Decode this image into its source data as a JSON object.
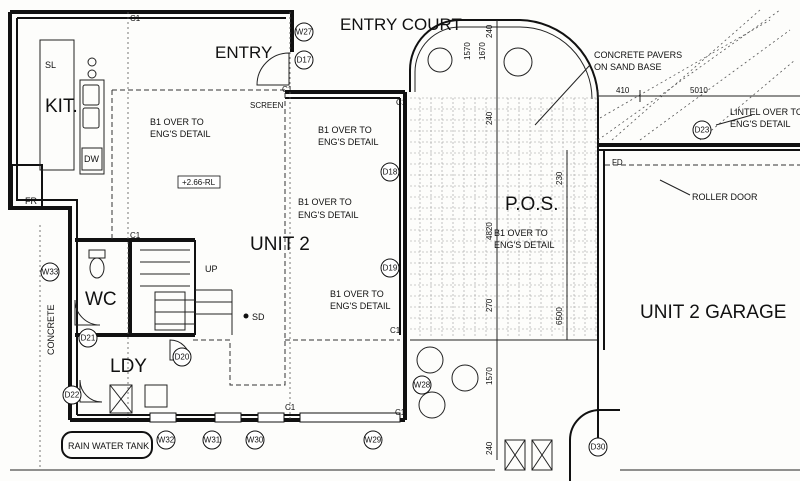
{
  "rooms": {
    "entry_court": "ENTRY COURT",
    "entry": "ENTRY",
    "kit": "KIT.",
    "unit2": "UNIT 2",
    "pos": "P.O.S.",
    "garage": "UNIT 2 GARAGE",
    "wc": "WC",
    "ldy": "LDY",
    "concrete": "CONCRETE",
    "rain_water_tank": "RAIN WATER TANK"
  },
  "labels": {
    "sl": "SL",
    "dw": "DW",
    "fr": "FR",
    "screen": "SCREEN",
    "rl": "+2.66-RL",
    "up": "UP",
    "sd": "SD",
    "fd": "FD",
    "b1_line1": "B1 OVER TO",
    "b1_line2": "ENG'S DETAIL",
    "pavers_line1": "CONCRETE PAVERS",
    "pavers_line2": "ON SAND BASE",
    "lintel_line1": "LINTEL OVER TO",
    "lintel_line2": "ENG'S DETAIL",
    "roller_door": "ROLLER DOOR"
  },
  "column_marks": [
    "C1",
    "C1",
    "C1",
    "C1",
    "C1",
    "C1",
    "C1"
  ],
  "tags": {
    "w27": "W27",
    "d17": "D17",
    "d18": "D18",
    "d19": "D19",
    "d21": "D21",
    "d20": "D20",
    "d22": "D22",
    "w33": "W33",
    "w28": "W28",
    "w29": "W29",
    "w30": "W30",
    "w31": "W31",
    "w32": "W32",
    "d23": "D23",
    "d30": "D30"
  },
  "dimensions": {
    "d1570_top": "1570",
    "d1670": "1670",
    "d240_top": "240",
    "d240_mid": "240",
    "d230": "230",
    "d4820": "4820",
    "d270": "270",
    "d6500": "6500",
    "d1570_bot": "1570",
    "d240_bot": "240",
    "d410": "410",
    "d5010": "5010"
  }
}
